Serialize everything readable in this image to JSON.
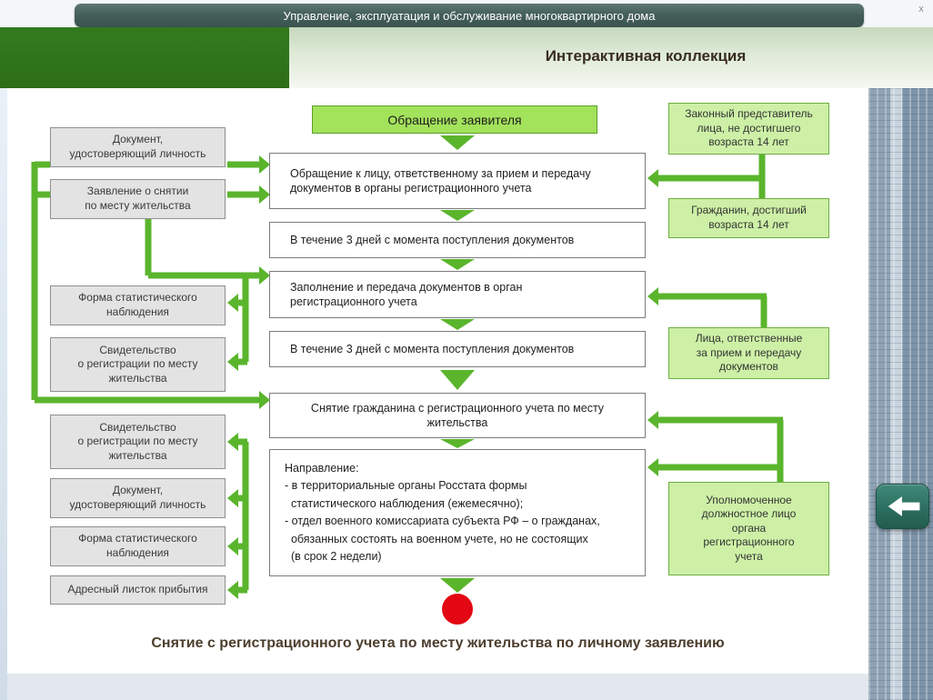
{
  "window": {
    "title": "Управление, эксплуатация и обслуживание многоквартирного дома",
    "close_label": "x"
  },
  "header": {
    "collection_title": "Интерактивная коллекция"
  },
  "colors": {
    "arrow-green": "#5ab52c",
    "start-box-bg": "#a3e25b",
    "actor-box-bg": "#cdf0a6",
    "doc-box-bg": "#e3e3e3",
    "end-node-red": "#e30613",
    "header-green": "#337a1e",
    "button-teal": "#2c6f60"
  },
  "flowchart": {
    "start": "Обращение заявителя",
    "steps": [
      "Обращение к лицу, ответственному за прием и передачу\nдокументов в органы регистрационного учета",
      "В течение 3 дней с момента поступления документов",
      "Заполнение и передача документов в орган\nрегистрационного учета",
      "В течение 3 дней с момента поступления документов",
      "Снятие гражданина с регистрационного учета по месту\nжительства",
      "Направление:\n- в территориальные органы Росстата формы\n  статистического наблюдения (ежемесячно);\n- отдел военного комиссариата субъекта РФ – о гражданах,\n  обязанных состоять на военном учете, но не состоящих\n  (в срок 2 недели)"
    ],
    "documents_in_top": [
      "Документ,\nудостоверяющий личность",
      "Заявление о снятии\nпо месту жительства"
    ],
    "documents_out_mid": [
      "Форма статистического\nнаблюдения",
      "Свидетельство\nо регистрации по месту\nжительства"
    ],
    "documents_out_bottom": [
      "Свидетельство\nо регистрации по месту\nжительства",
      "Документ,\nудостоверяющий личность",
      "Форма статистического\nнаблюдения",
      "Адресный листок прибытия"
    ],
    "actors": [
      "Законный представитель\nлица, не достигшего\nвозраста 14 лет",
      "Гражданин, достигший\nвозраста 14 лет",
      "Лица, ответственные\nза прием и передачу\nдокументов",
      "Уполномоченное\nдолжностное лицо\nоргана\nрегистрационного\nучета"
    ],
    "caption": "Снятие с регистрационного учета по месту жительства по личному заявлению"
  }
}
